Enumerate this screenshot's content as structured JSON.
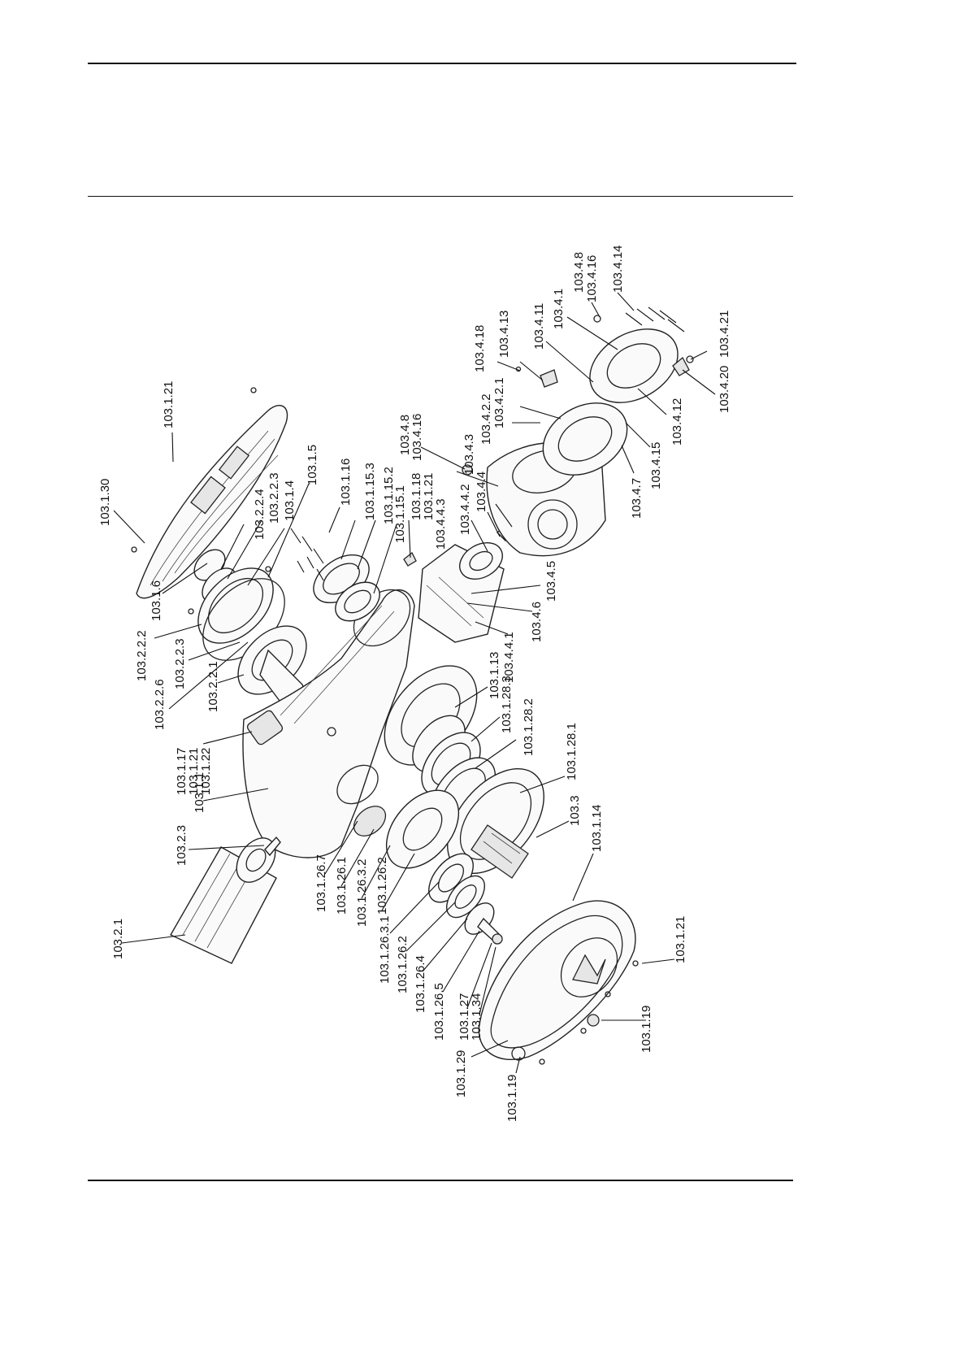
{
  "figure": {
    "callouts": [
      "103.1.30",
      "103.1.21",
      "103.1.6",
      "103.2.2.4",
      "103.2.2.3",
      "103.1.4",
      "103.1.5",
      "103.1.16",
      "103.1.15.3",
      "103.1.15.2",
      "103.1.15.1",
      "103.1.18",
      "103.1.21",
      "103.4.8",
      "103.4.16",
      "103.4.3",
      "103.4.4.3",
      "103.4.4.2",
      "103.4.4",
      "103.4.2.2",
      "103.4.2.1",
      "103.4.18",
      "103.4.13",
      "103.4.11",
      "103.4.1",
      "103.4.8",
      "103.4.16",
      "103.4.14",
      "103.4.21",
      "103.4.20",
      "103.4.12",
      "103.4.15",
      "103.4.7",
      "103.4.5",
      "103.4.6",
      "103.4.4.1",
      "103.2.2.2",
      "103.2.2.3",
      "103.2.2.6",
      "103.2.2.1",
      "103.1.17",
      "103.1.21",
      "103.1.22",
      "103.1.1",
      "103.2.3",
      "103.2.1",
      "103.1.13",
      "103.1.28.3",
      "103.1.28.2",
      "103.1.28.1",
      "103.3",
      "103.1.14",
      "103.1.26.7",
      "103.1.26.1",
      "103.1.26.3.2",
      "103.1.26.2",
      "103.1.26.3.1",
      "103.1.26.2",
      "103.1.26.4",
      "103.1.26.5",
      "103.1.27",
      "103.1.34",
      "103.1.29",
      "103.1.19",
      "103.1.21",
      "103.1.19"
    ]
  }
}
